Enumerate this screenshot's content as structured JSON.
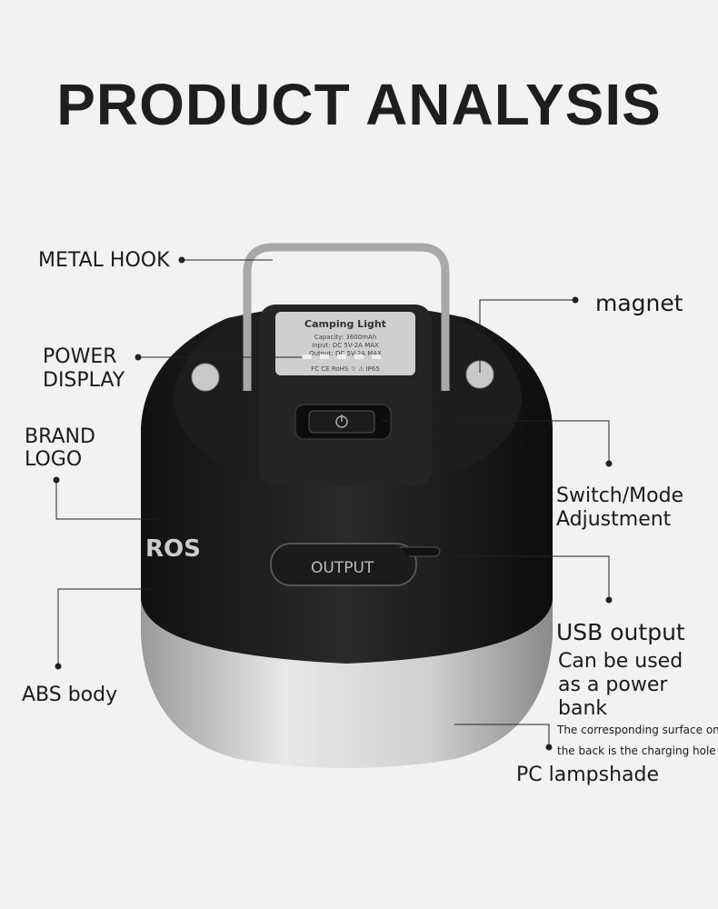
{
  "title": "PRODUCT ANALYSIS",
  "labels": {
    "metal_hook": "METAL HOOK",
    "magnet": "magnet",
    "power_display_1": "POWER",
    "power_display_2": "DISPLAY",
    "brand_logo_1": "BRAND",
    "brand_logo_2": "LOGO",
    "switch_1": "Switch/Mode",
    "switch_2": "Adjustment",
    "usb_output": "USB output",
    "usb_desc_1": "Can be used",
    "usb_desc_2": "as a power",
    "usb_desc_3": "bank",
    "charging_1": "The corresponding surface on",
    "charging_2": "the back is the charging hole",
    "pc_lampshade": "PC lampshade",
    "abs_body": "ABS body"
  },
  "device": {
    "label_title": "Camping Light",
    "capacity": "Capacity: 3600mAh",
    "input": "Input: DC 5V-2A MAX",
    "output": "Output: DC 5V-2A MAX",
    "certs": "FC CE RoHS ♲ ⚠ IP65",
    "output_port": "OUTPUT",
    "brand": "ROS"
  }
}
